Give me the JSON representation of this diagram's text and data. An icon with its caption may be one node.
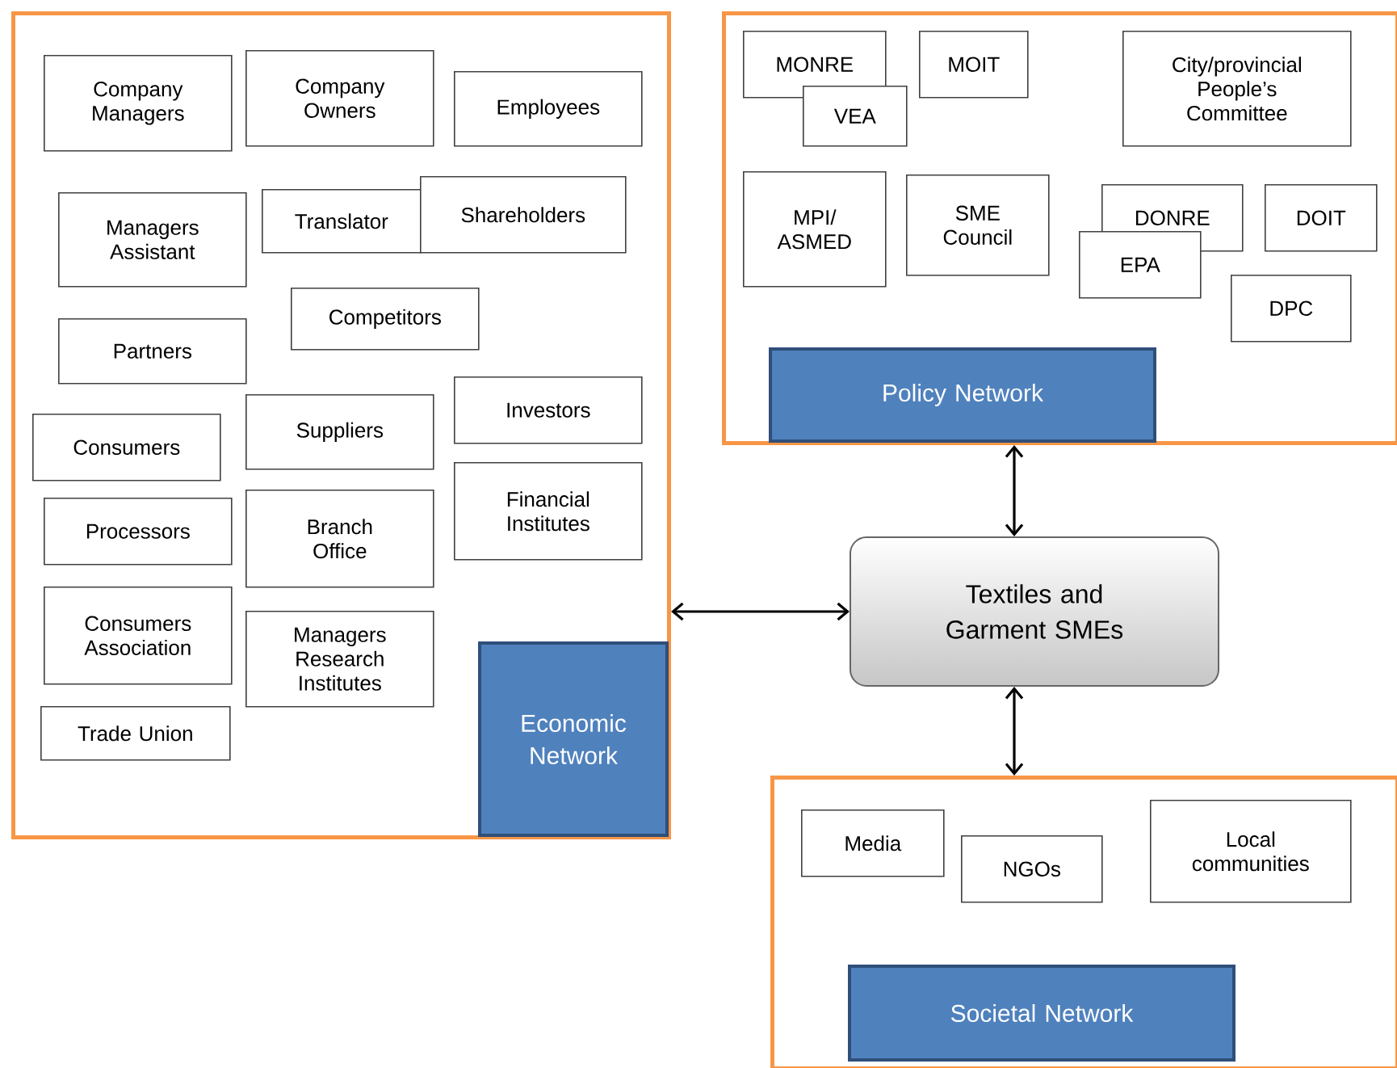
{
  "diagram": {
    "nodes": [
      {
        "text": [],
        "shape": "box"
      },
      {
        "text": [
          "Company Managers"
        ],
        "in": 0
      },
      {
        "text": [
          "Company Owners"
        ],
        "in": 0
      },
      {
        "text": [
          "Employees"
        ],
        "in": 0
      },
      {
        "text": [
          "Managers Assistant"
        ],
        "in": 0
      },
      {
        "text": [
          "Translator"
        ],
        "in": 0
      },
      {
        "text": [
          "Shareholders"
        ],
        "in": 0
      },
      {
        "text": [
          "Competitors"
        ],
        "in": 0
      },
      {
        "text": [
          "Partners"
        ],
        "in": 0
      },
      {
        "text": [
          "Investors"
        ],
        "in": 0
      },
      {
        "text": [
          "Suppliers"
        ],
        "in": 0
      },
      {
        "text": [
          "Consumers"
        ],
        "in": 0
      },
      {
        "text": [
          "Financial Institutes"
        ],
        "in": 0
      },
      {
        "text": [
          "Branch Office"
        ],
        "in": 0
      },
      {
        "text": [
          "Processors"
        ],
        "in": 0
      },
      {
        "text": [
          "Consumers Association"
        ],
        "in": 0
      },
      {
        "text": [
          "Managers Research Institutes"
        ],
        "in": 0
      },
      {
        "text": [
          "Trade Union"
        ],
        "in": 0
      },
      {
        "text": [
          "Economic Network"
        ],
        "in": 0
      },
      {
        "text": [],
        "shape": "box"
      },
      {
        "text": [
          "MONRE"
        ],
        "in": 19
      },
      {
        "text": [
          "MOIT"
        ],
        "in": 19
      },
      {
        "text": [
          "City/provincial People’s Committee"
        ],
        "in": 19
      },
      {
        "text": [
          "VEA"
        ],
        "in": 19
      },
      {
        "text": [
          "MPI/ ASMED"
        ],
        "in": 19
      },
      {
        "text": [
          "SME Council"
        ],
        "in": 19
      },
      {
        "text": [
          "DONRE"
        ],
        "in": 19
      },
      {
        "text": [
          "DOIT"
        ],
        "in": 19
      },
      {
        "text": [
          "EPA"
        ],
        "in": 19
      },
      {
        "text": [
          "DPC"
        ],
        "in": 19
      },
      {
        "text": [
          "Policy Network"
        ],
        "in": 19
      },
      {
        "text": [
          "Textiles and Garment SMEs"
        ]
      },
      {
        "text": [],
        "shape": "box"
      },
      {
        "text": [
          "Media"
        ],
        "in": 32
      },
      {
        "text": [
          "NGOs"
        ],
        "in": 32
      },
      {
        "text": [
          "Local communities"
        ],
        "in": 32
      },
      {
        "text": [
          "Societal Network"
        ],
        "in": 32
      }
    ],
    "edges": [
      {
        "from": 0,
        "to": 31,
        "arrow": "both"
      },
      {
        "from": 19,
        "to": 31,
        "arrow": "both"
      },
      {
        "from": 31,
        "to": 32,
        "arrow": "both"
      }
    ]
  }
}
